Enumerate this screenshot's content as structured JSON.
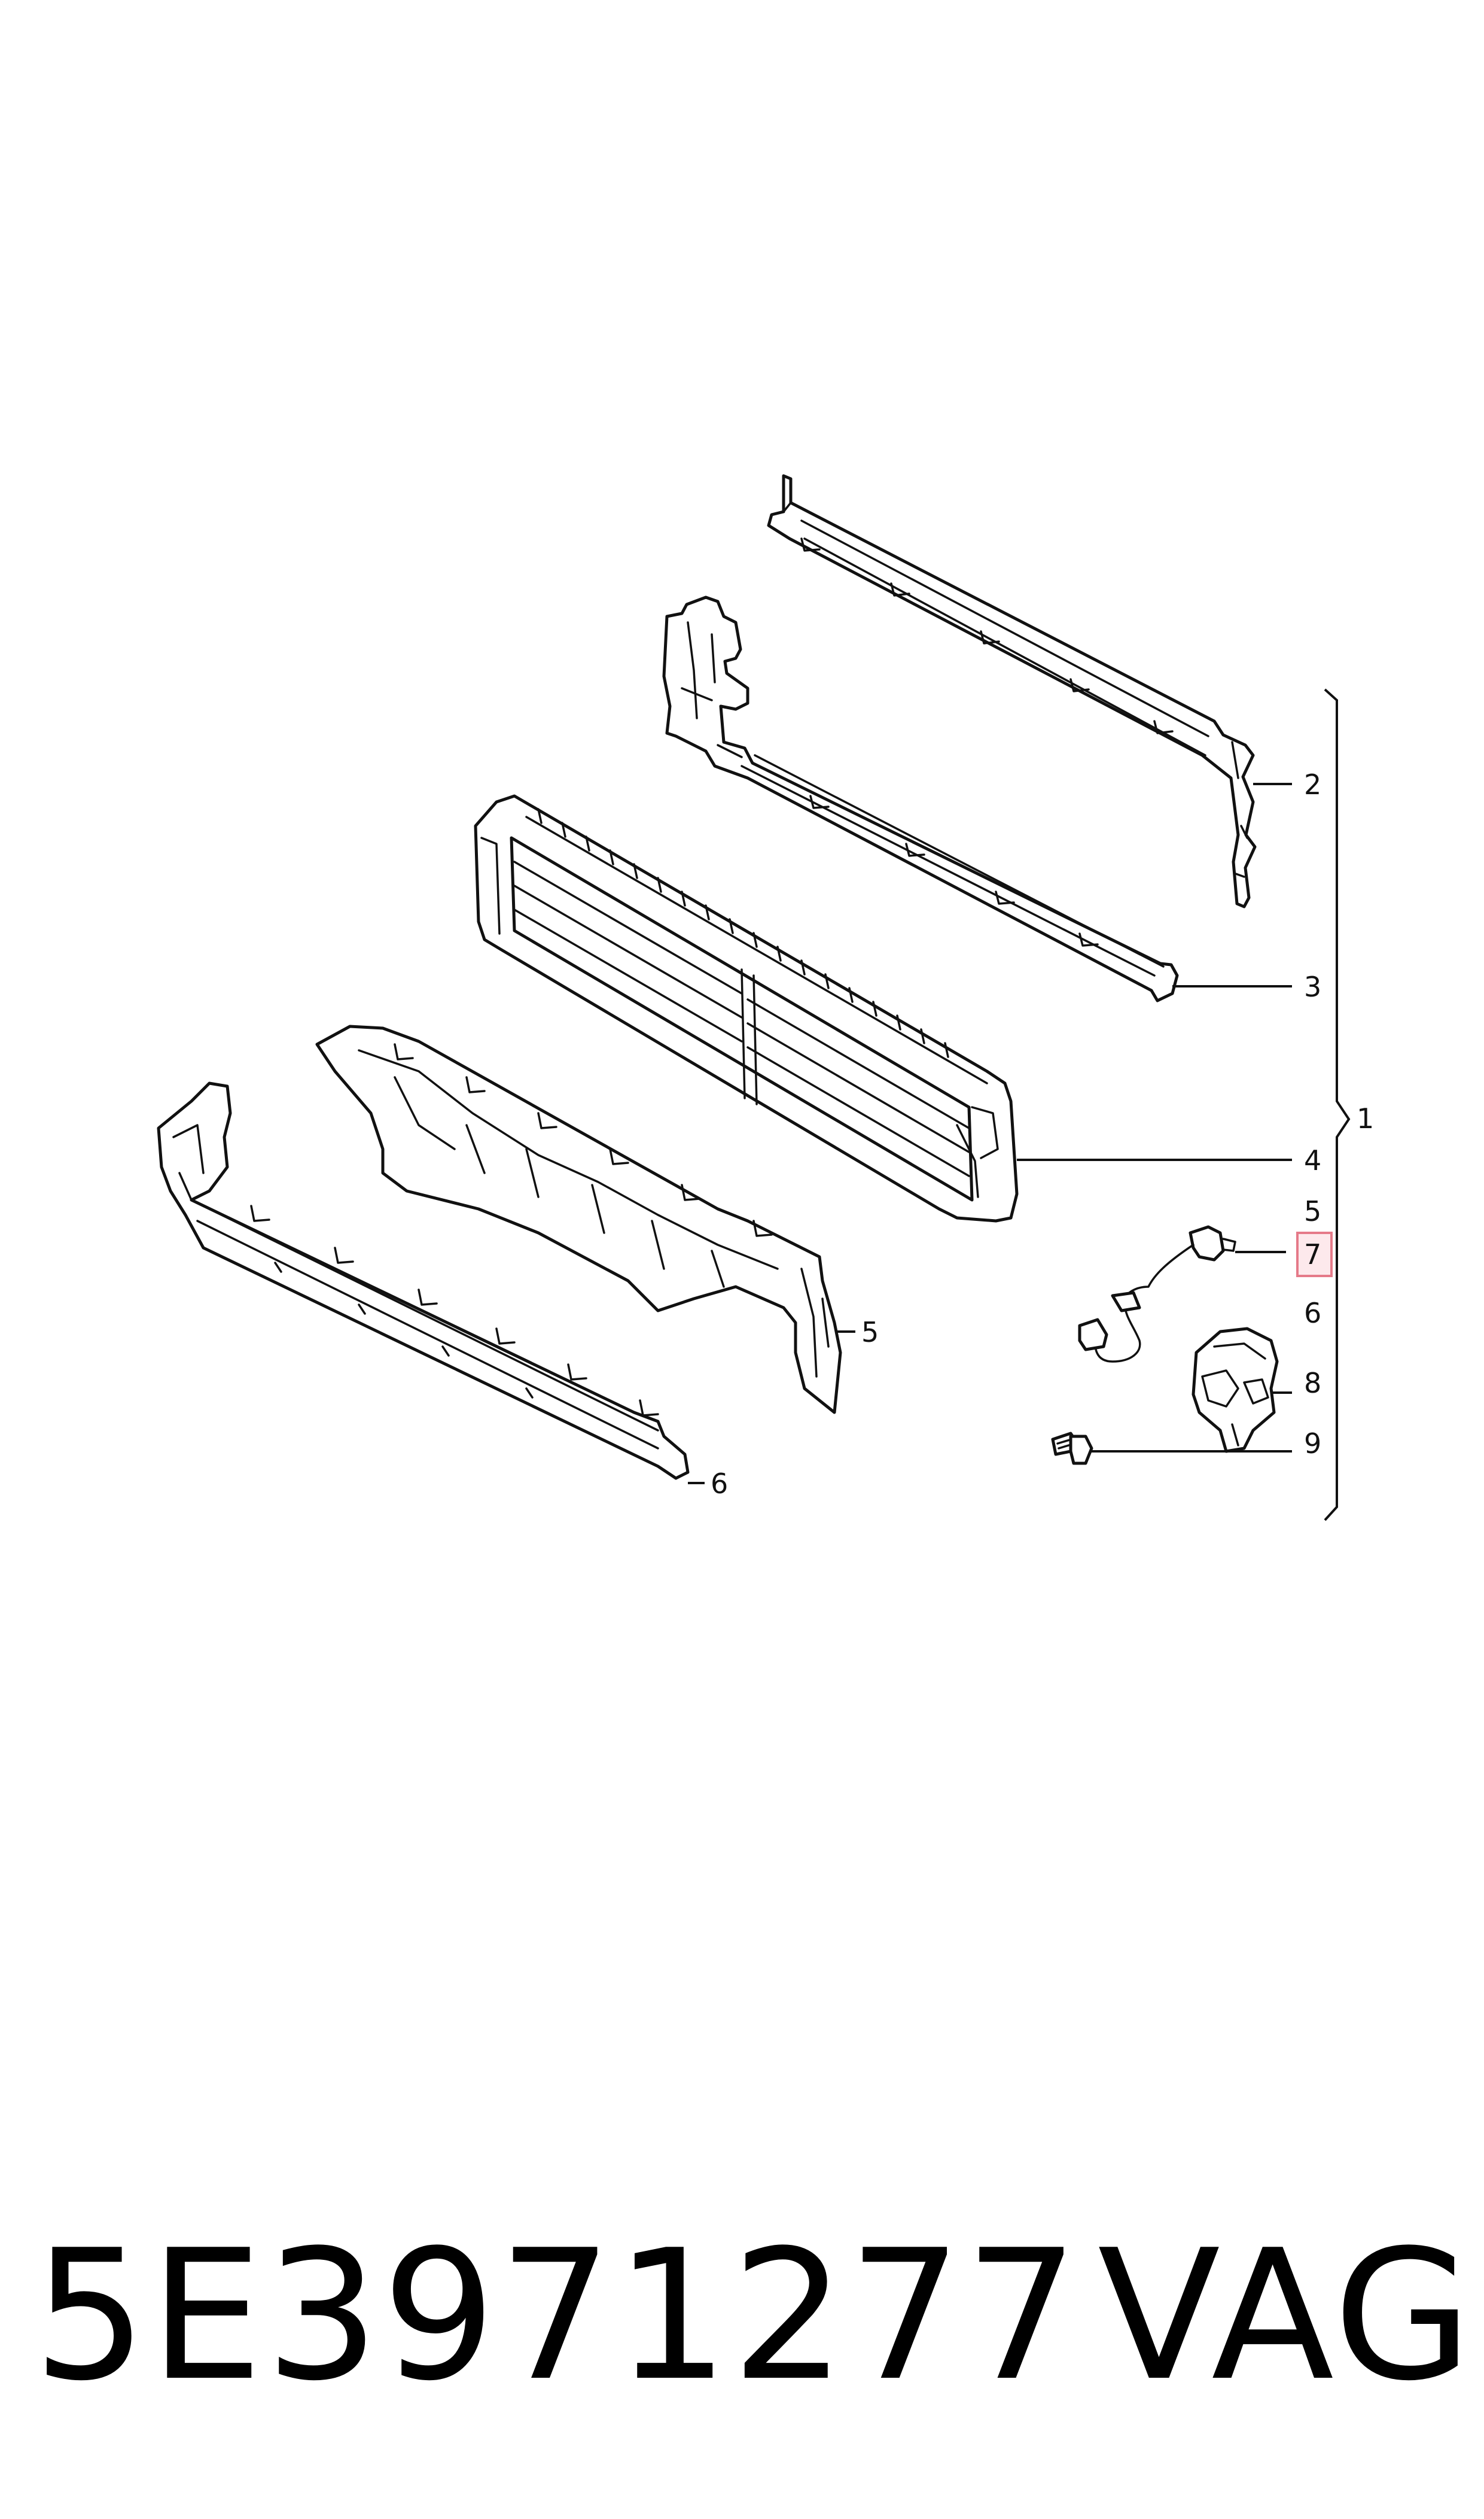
{
  "callouts": {
    "c1": "1",
    "c2": "2",
    "c3": "3",
    "c4": "4",
    "c5_list": "5",
    "c5_part": "5",
    "c6_list": "6",
    "c6_part": "6",
    "c7": "7",
    "c8": "8",
    "c9": "9"
  },
  "highlighted_callout": "7",
  "highlight_color": "#e57a89",
  "footer": {
    "part_number": "5E3971277",
    "brand": "VAG"
  }
}
